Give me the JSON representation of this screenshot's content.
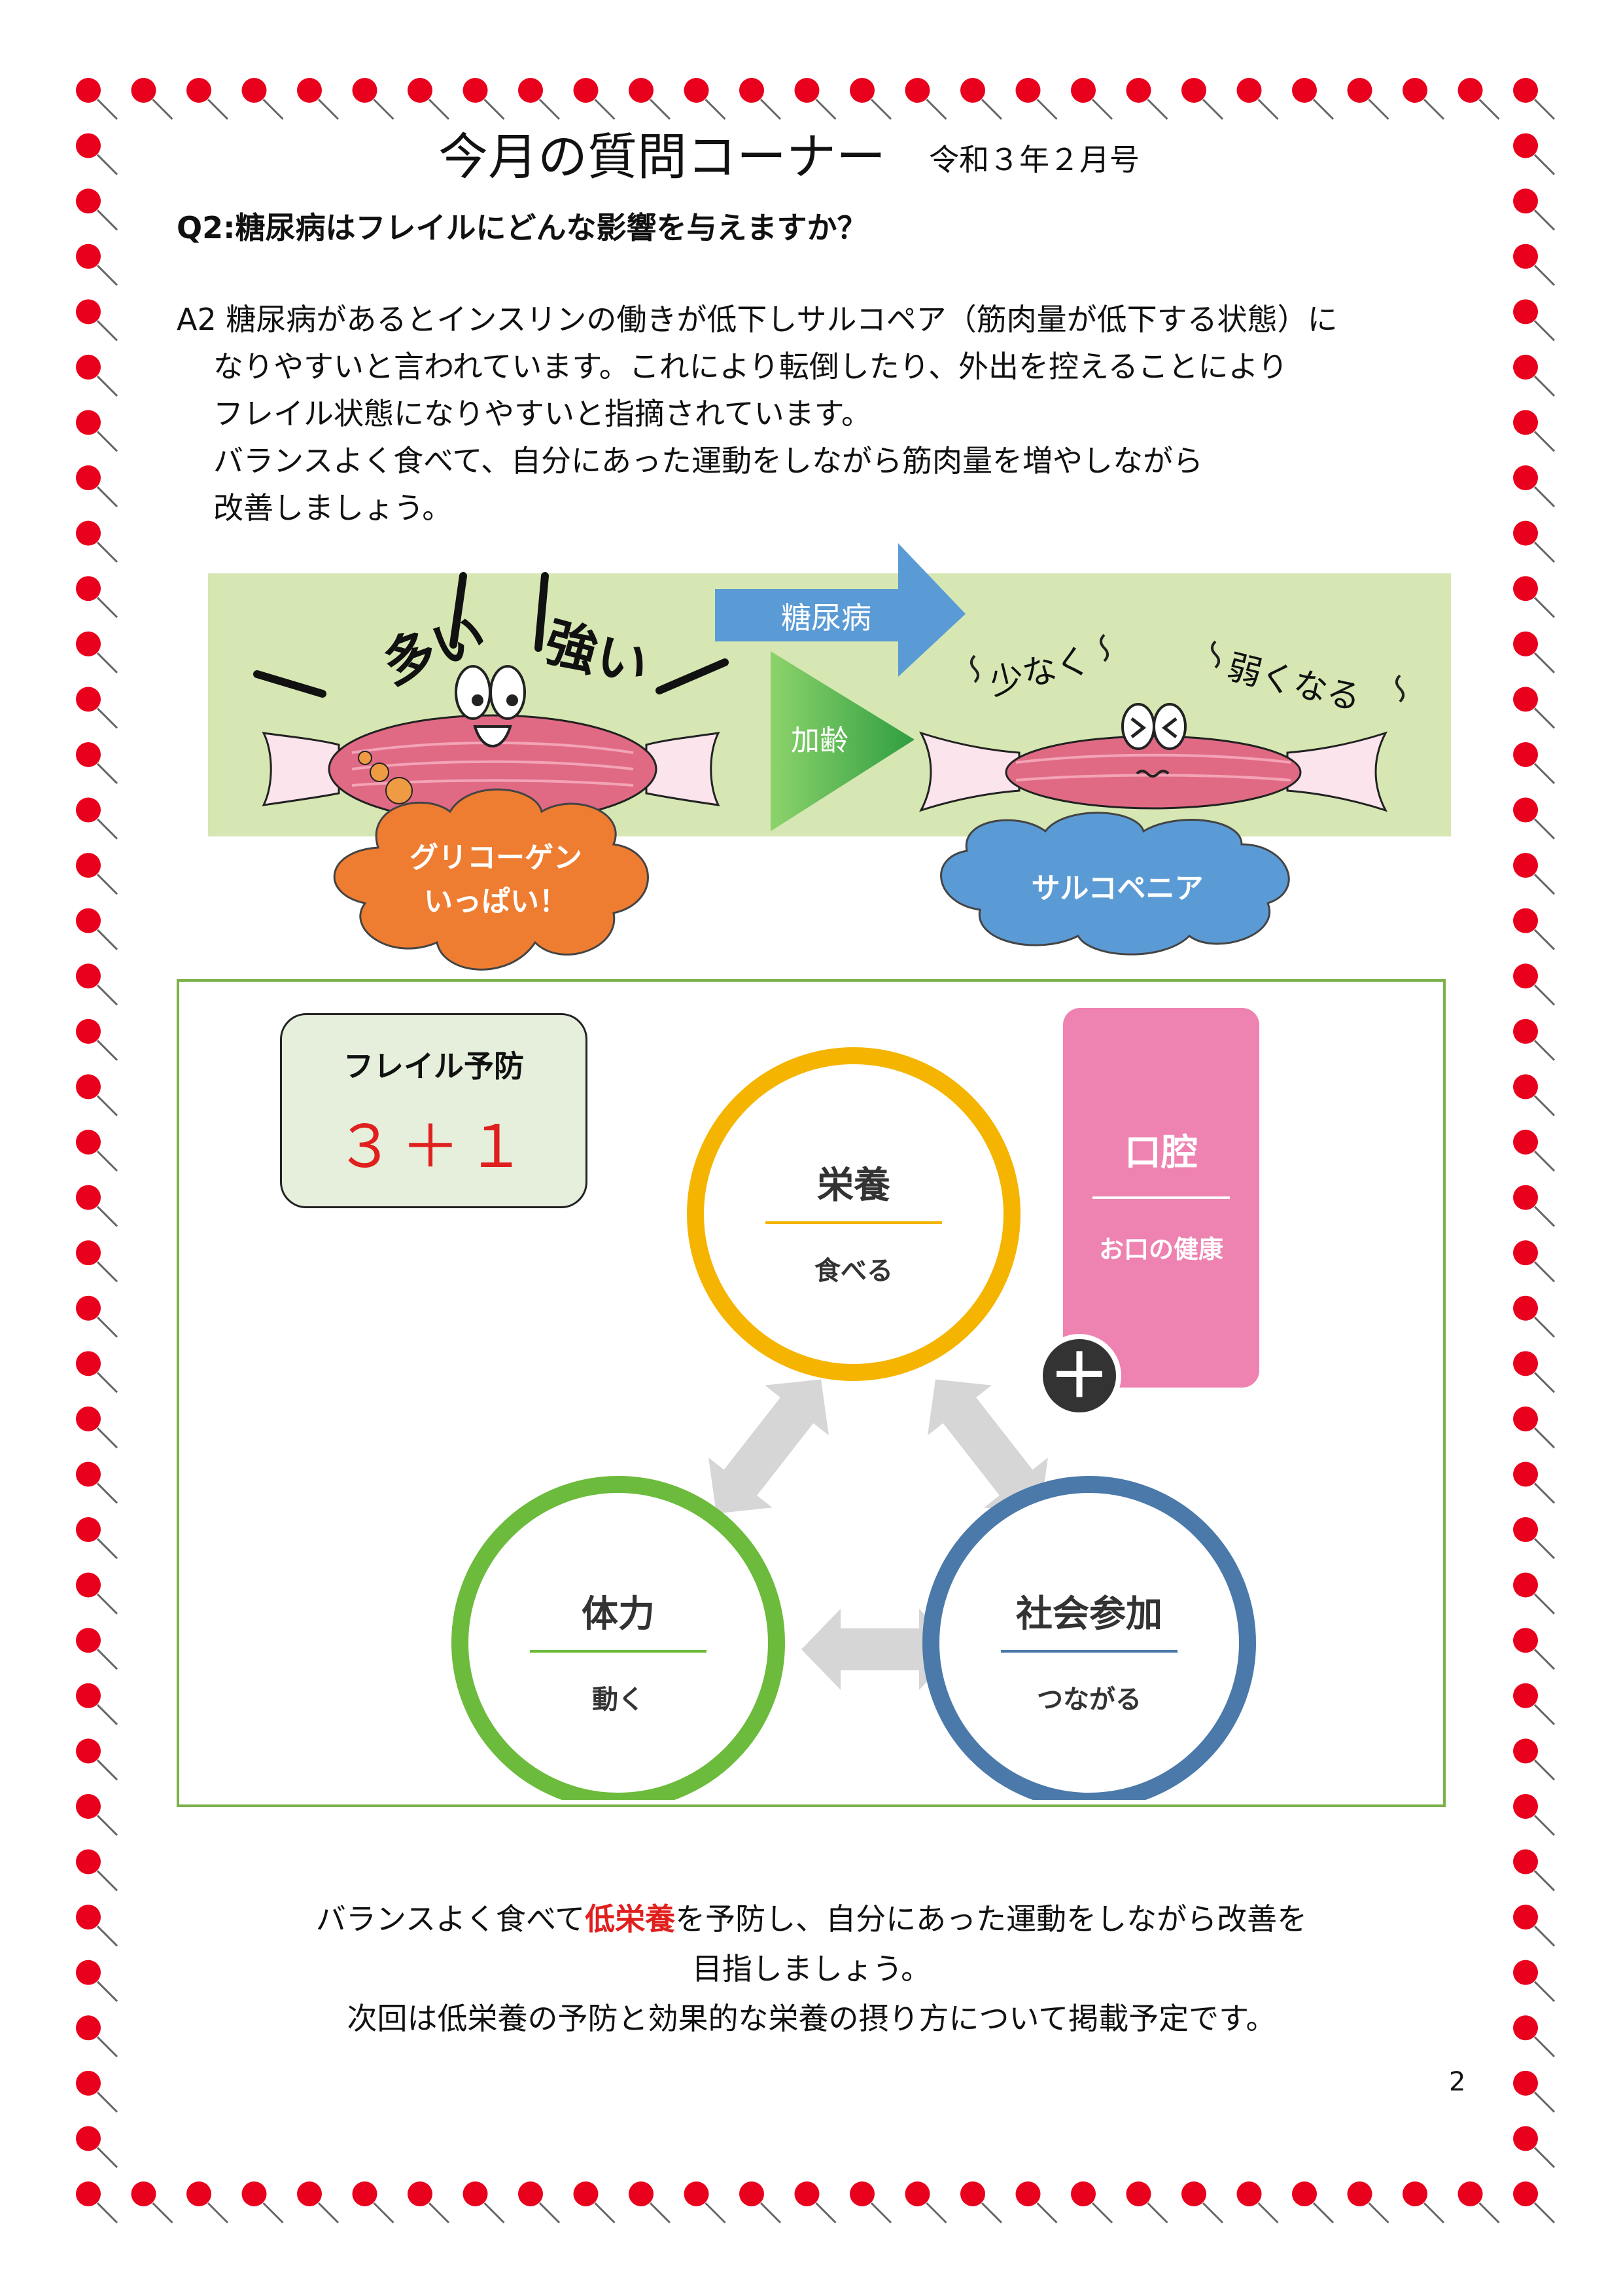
{
  "header": {
    "title": "今月の質問コーナー",
    "date": "令和３年２月号"
  },
  "question": "Q2:糖尿病はフレイルにどんな影響を与えますか？",
  "answer": {
    "lines": [
      "A2 糖尿病があるとインスリンの働きが低下しサルコペア（筋肉量が低下する状態）に",
      "なりやすいと言われています。これにより転倒したり、外出を控えることにより",
      "フレイル状態になりやすいと指摘されています。",
      "バランスよく食べて、自分にあった運動をしながら筋肉量を増やしながら",
      "改善しましょう。"
    ]
  },
  "muscle_illustration": {
    "label_many": "多い",
    "label_strong": "強い",
    "arrow_diabetes": "糖尿病",
    "arrow_aging": "加齢",
    "label_few": "少なく",
    "label_weak": "弱くなる",
    "cloud_glycogen_line1": "グリコーゲン",
    "cloud_glycogen_line2": "いっぱい！",
    "cloud_sarcopenia": "サルコペニア",
    "colors": {
      "background": "#d6e7b3",
      "muscle": "#e06a84",
      "tendon": "#fbe4ec",
      "arrow_blue": "#5b9bd5",
      "arrow_green": "#4caf50",
      "cloud_orange": "#ee7d31",
      "cloud_blue": "#5b9bd5"
    }
  },
  "frailty": {
    "box_title": "フレイル予防",
    "box_number": "３＋１",
    "nutrition_title": "栄養",
    "nutrition_sub": "食べる",
    "oral_title": "口腔",
    "oral_sub": "お口の健康",
    "plus_symbol": "＋",
    "physical_title": "体力",
    "physical_sub": "動く",
    "social_title": "社会参加",
    "social_sub": "つながる",
    "colors": {
      "nutrition": "#f5b400",
      "physical": "#6cbb3c",
      "social": "#4a79aa",
      "oral": "#ee82b0",
      "arrows": "#d6d6d6",
      "plus_badge": "#333333"
    }
  },
  "closing": {
    "line1_before": "バランスよく食べて",
    "line1_highlight": "低栄養",
    "line1_after": "を予防し、自分にあった運動をしながら改善を",
    "line2": "目指しましょう。",
    "line3": "次回は低栄養の予防と効果的な栄養の摂り方について掲載予定です。"
  },
  "page_number": "2",
  "border_dot_color": "#e8001c"
}
